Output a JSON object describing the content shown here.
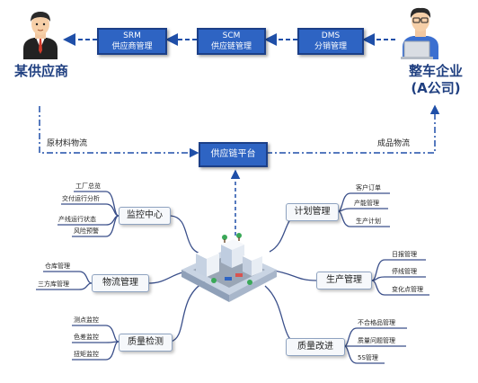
{
  "supplier": {
    "label": "某供应商"
  },
  "oem": {
    "line1": "整车企业",
    "line2": "(A公司)"
  },
  "systems": {
    "srm": {
      "line1": "SRM",
      "line2": "供应商管理"
    },
    "scm": {
      "line1": "SCM",
      "line2": "供应链管理"
    },
    "dms": {
      "line1": "DMS",
      "line2": "分销管理"
    }
  },
  "flows": {
    "raw_material": "原材料物流",
    "finished_goods": "成品物流"
  },
  "platform": {
    "label": "供应链平台"
  },
  "modules": {
    "monitor": {
      "title": "监控中心",
      "items": [
        "工厂总览",
        "交付运行分析",
        "产线运行状态",
        "风险预警"
      ]
    },
    "logistics": {
      "title": "物流管理",
      "items": [
        "仓库管理",
        "三方库管理"
      ]
    },
    "quality_check": {
      "title": "质量检测",
      "items": [
        "测点监控",
        "色差监控",
        "扭矩监控"
      ]
    },
    "planning": {
      "title": "计划管理",
      "items": [
        "客户订单",
        "产能管理",
        "生产计划"
      ]
    },
    "production": {
      "title": "生产管理",
      "items": [
        "日报管理",
        "停线管理",
        "变化点管理"
      ]
    },
    "quality_improve": {
      "title": "质量改进",
      "items": [
        "不合格品管理",
        "质量问题管理",
        "5S管理"
      ]
    }
  },
  "colors": {
    "accent": "#2e64c3",
    "branch": "#3a4f8a",
    "dash": "#1f4fa8"
  }
}
